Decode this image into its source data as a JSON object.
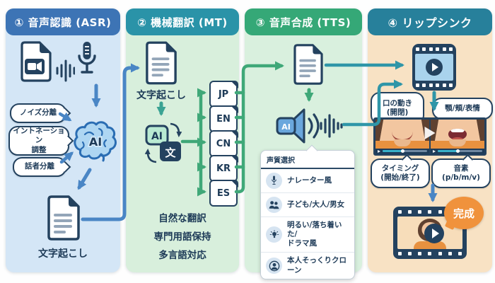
{
  "asr": {
    "title": "① 音声認識 (ASR)",
    "bubbles": {
      "noise": "ノイズ分離",
      "intonation": "イントネーション\n調整",
      "speaker_sep": "話者分離"
    },
    "brain_label": "AI",
    "output_label": "文字起こし"
  },
  "mt": {
    "title": "② 機械翻訳 (MT)",
    "input_label": "文字起こし",
    "ai_label": "AI",
    "text_label": "文",
    "languages": [
      "JP",
      "EN",
      "CN",
      "KR",
      "ES"
    ],
    "features": [
      "自然な翻訳",
      "専門用語保持",
      "多言語対応"
    ]
  },
  "tts": {
    "title": "③ 音声合成 (TTS)",
    "speaker_ai_label": "AI",
    "voice_card": {
      "header": "声質選択",
      "items": [
        {
          "icon": "mic-icon",
          "label": "ナレーター風"
        },
        {
          "icon": "people-icon",
          "label": "子ども/大人/男女"
        },
        {
          "icon": "bulb-icon",
          "label": "明るい/落ち着いた/\nドラマ風"
        },
        {
          "icon": "person-icon",
          "label": "本人そっくりクローン"
        }
      ]
    }
  },
  "lipsync": {
    "title": "④ リップシンク",
    "bubbles": {
      "mouth": "口の動き\n(開閉)",
      "jaw": "顎/頬/表情",
      "timing": "タイミング\n(開始/終了)",
      "phoneme": "音素\n(p/b/m/v)"
    },
    "done_badge": "完成"
  },
  "colors": {
    "navy": "#24425f",
    "asr_header": "#3d74b5",
    "mt_header": "#2a93a8",
    "tts_header": "#35a877",
    "lipsync_header": "#27809b",
    "blue_arrow": "#4a86c5",
    "green_arrow": "#3fa878",
    "teal_arrow": "#2f96a8",
    "done_orange": "#f0923c"
  }
}
